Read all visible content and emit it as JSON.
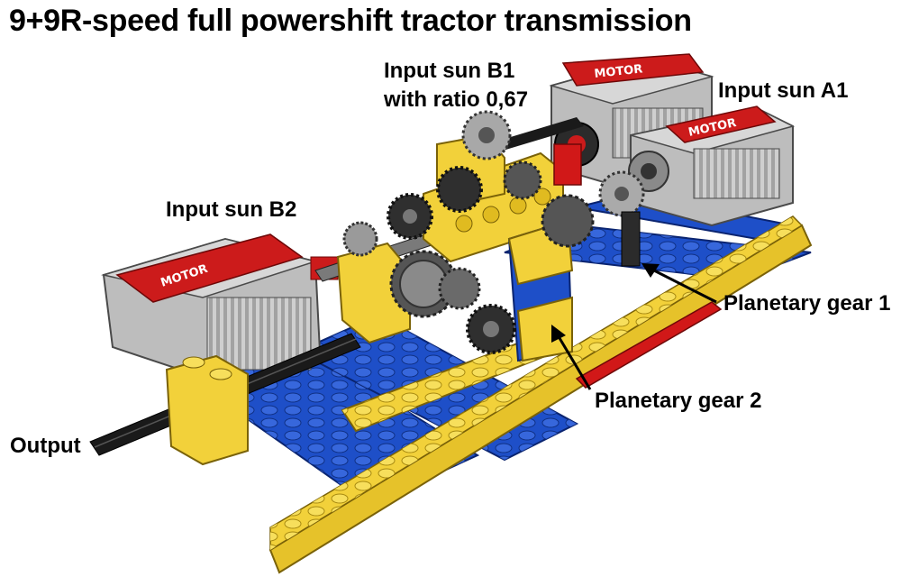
{
  "title": "9+9R-speed full powershift tractor transmission",
  "labels": {
    "input_sun_b1_line1": "Input sun B1",
    "input_sun_b1_line2": "with ratio 0,67",
    "input_sun_a1": "Input sun A1",
    "input_sun_b2": "Input sun B2",
    "planetary_gear_1": "Planetary gear 1",
    "planetary_gear_2": "Planetary gear 2",
    "output": "Output"
  },
  "motor_labels": {
    "motor_b1": "MOTOR",
    "motor_a1": "MOTOR",
    "motor_b2": "MOTOR"
  },
  "colors": {
    "lego_yellow": "#f2d13a",
    "lego_blue": "#1e4fc8",
    "lego_red": "#d11818",
    "motor_gray": "#b9b9b9",
    "gear_dark": "#3a3a3a",
    "axle_black": "#1a1a1a"
  }
}
